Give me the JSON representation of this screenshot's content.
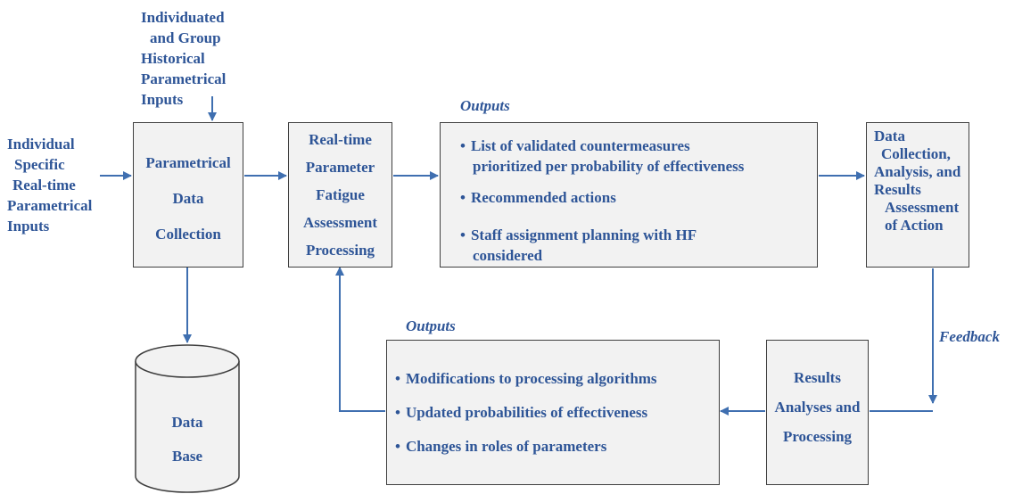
{
  "inputs": {
    "historical": [
      "Individuated",
      "and Group",
      "Historical",
      "Parametrical",
      "Inputs"
    ],
    "realtime": [
      "Individual",
      "Specific",
      "Real-time",
      "Parametrical",
      "Inputs"
    ]
  },
  "boxes": {
    "collection": [
      "Parametrical",
      "Data",
      "Collection"
    ],
    "processing": [
      "Real-time",
      "Parameter",
      "Fatigue",
      "Assessment",
      "Processing"
    ],
    "assessment": [
      "Data",
      "Collection,",
      "Analysis, and",
      "Results",
      "Assessment",
      "of Action"
    ],
    "results": [
      "Results",
      "Analyses and",
      "Processing"
    ],
    "database": [
      "Data",
      "Base"
    ]
  },
  "outputs_top": {
    "label": "Outputs",
    "items": [
      "List of validated countermeasures",
      "prioritized per probability of effectiveness",
      "Recommended actions",
      "Staff assignment planning with HF",
      "considered"
    ]
  },
  "outputs_bottom": {
    "label": "Outputs",
    "items": [
      "Modifications to processing algorithms",
      "Updated probabilities of effectiveness",
      "Changes in roles of parameters"
    ]
  },
  "feedback_label": "Feedback",
  "bullet": "•",
  "colors": {
    "text": "#2e5597",
    "line": "#3f6fb0",
    "box_fill": "#f2f2f2",
    "box_border": "#3f3f3f"
  }
}
